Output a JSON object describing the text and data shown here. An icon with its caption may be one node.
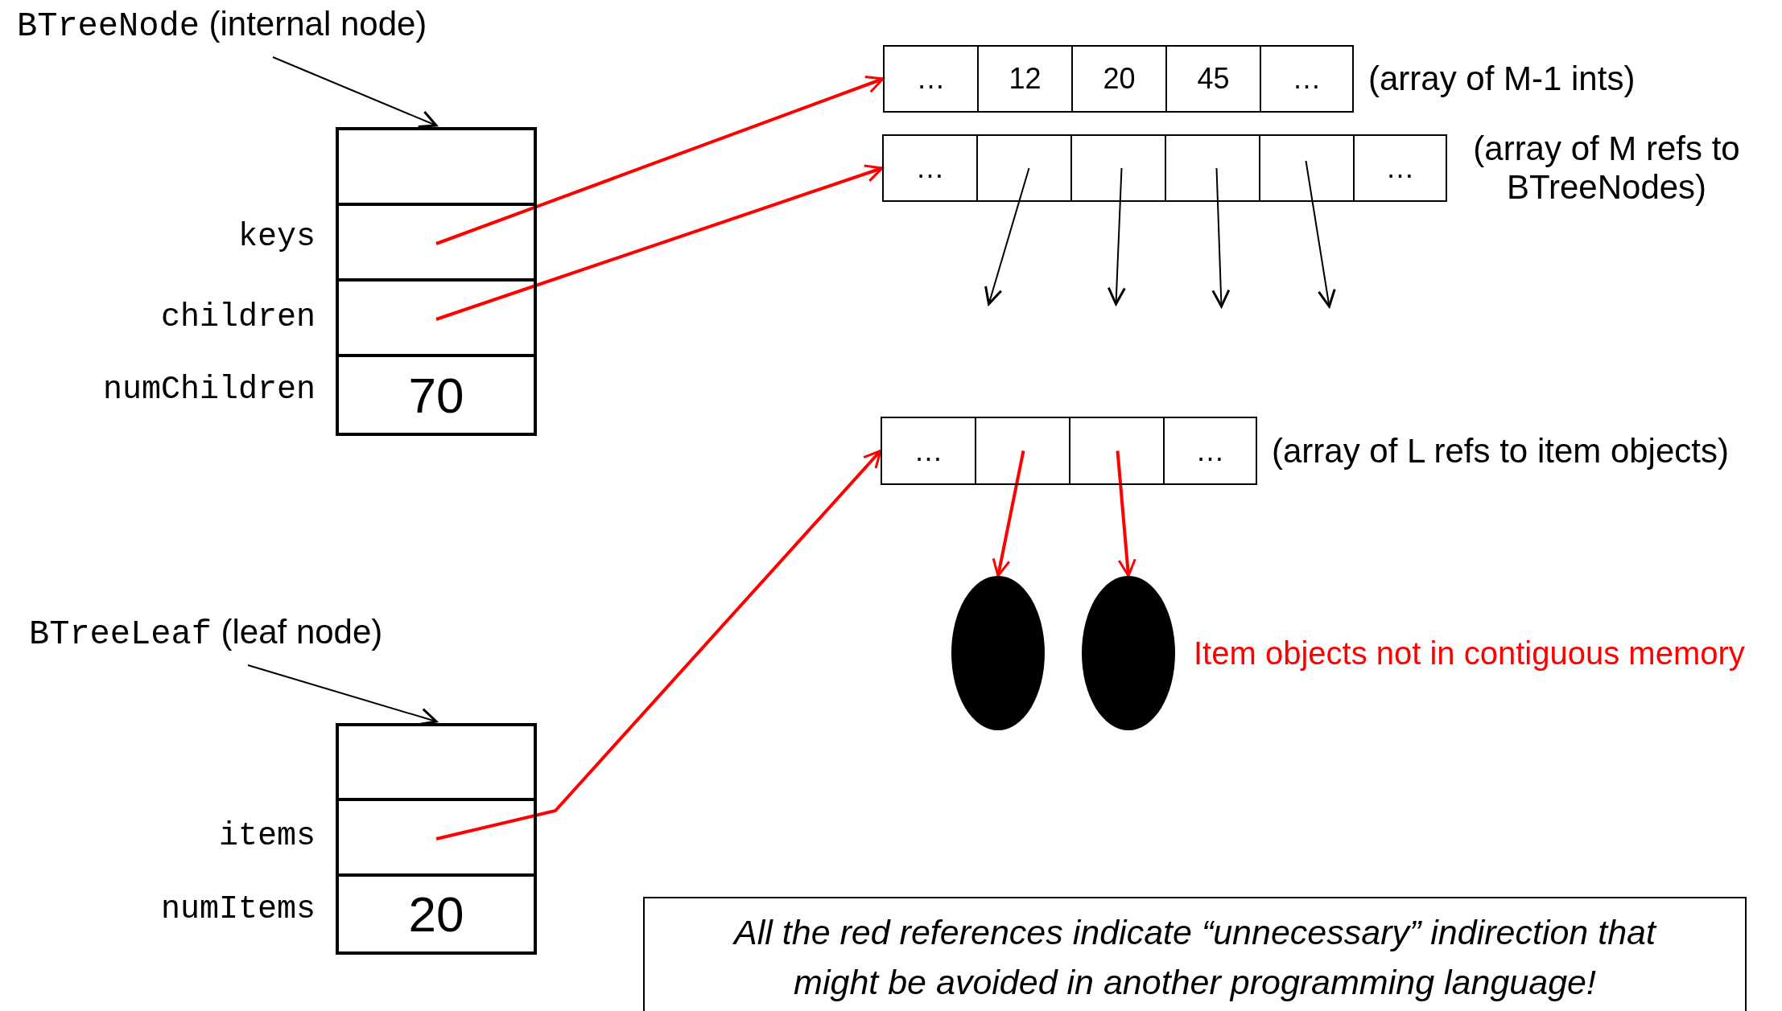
{
  "diagram": {
    "nodes": [
      {
        "text": [
          "BTreeNode",
          "(internal node)"
        ]
      },
      {
        "text": [],
        "shape": "box"
      },
      {
        "text": [],
        "shape": "box",
        "in": 1
      },
      {
        "text": [],
        "shape": "box",
        "in": 1
      },
      {
        "text": [],
        "shape": "box",
        "in": 1
      },
      {
        "text": [
          "70"
        ],
        "in": 1
      },
      {
        "text": [],
        "shape": "box",
        "beside": [
          "(array of M-1 ints)"
        ]
      },
      {
        "text": [
          "…"
        ],
        "in": 6
      },
      {
        "text": [
          "12"
        ],
        "in": 6
      },
      {
        "text": [
          "20"
        ],
        "in": 6
      },
      {
        "text": [
          "45"
        ],
        "in": 6
      },
      {
        "text": [
          "…"
        ],
        "in": 6
      },
      {
        "text": [],
        "shape": "box",
        "beside": [
          "(array of M refs to BTreeNodes)"
        ]
      },
      {
        "text": [
          "…"
        ],
        "in": 12
      },
      {
        "text": [],
        "shape": "box",
        "in": 12
      },
      {
        "text": [],
        "shape": "box",
        "in": 12
      },
      {
        "text": [],
        "shape": "box",
        "in": 12
      },
      {
        "text": [],
        "shape": "box",
        "in": 12
      },
      {
        "text": [
          "…"
        ],
        "in": 12
      },
      {
        "text": [],
        "shape": "box",
        "beside": [
          "(array of L refs to item objects)"
        ]
      },
      {
        "text": [
          "…"
        ],
        "in": 19
      },
      {
        "text": [],
        "shape": "box",
        "in": 19
      },
      {
        "text": [],
        "shape": "box",
        "in": 19
      },
      {
        "text": [
          "…"
        ],
        "in": 19
      },
      {
        "text": [],
        "shape": "ellipse"
      },
      {
        "text": [],
        "shape": "ellipse",
        "beside": [
          "Item objects not in contiguous memory"
        ]
      },
      {
        "text": [
          "BTreeLeaf",
          "(leaf node)"
        ]
      },
      {
        "text": [],
        "shape": "box"
      },
      {
        "text": [],
        "shape": "box",
        "in": 27
      },
      {
        "text": [],
        "shape": "box",
        "in": 27
      },
      {
        "text": [
          "20"
        ],
        "in": 27
      },
      {
        "text": [
          "All the red references indicate “unnecessary” indirection that might be avoided in another programming language!"
        ]
      }
    ],
    "edges": [
      {
        "from": 0,
        "to": 1,
        "arrow": "to"
      },
      {
        "from": 3,
        "to": 6,
        "arrow": "to",
        "color": "#ff0000"
      },
      {
        "from": 4,
        "to": 12,
        "arrow": "to",
        "color": "#ff0000"
      },
      {
        "from": 14,
        "to": null,
        "arrow": "to"
      },
      {
        "from": 15,
        "to": null,
        "arrow": "to"
      },
      {
        "from": 16,
        "to": null,
        "arrow": "to"
      },
      {
        "from": 17,
        "to": null,
        "arrow": "to"
      },
      {
        "from": 21,
        "to": 24,
        "arrow": "to",
        "color": "#ff0000"
      },
      {
        "from": 22,
        "to": 25,
        "arrow": "to",
        "color": "#ff0000"
      },
      {
        "from": 26,
        "to": 27,
        "arrow": "to"
      },
      {
        "from": 29,
        "to": 19,
        "arrow": "to",
        "color": "#ff0000"
      }
    ],
    "labels": [
      "keys",
      "children",
      "numChildren",
      "items",
      "numItems"
    ]
  }
}
